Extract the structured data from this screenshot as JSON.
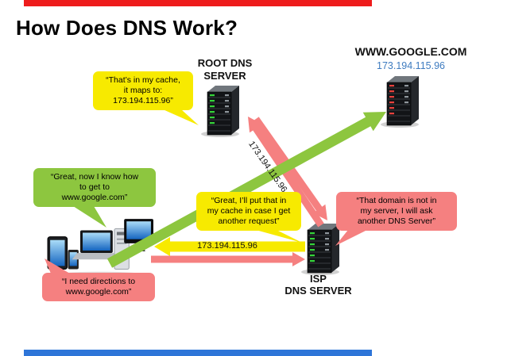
{
  "title": "How Does DNS Work?",
  "colors": {
    "yellow": "#f7ea00",
    "green": "#8dc63f",
    "pink": "#f58080",
    "ip_blue": "#3f7cc0",
    "bar_red": "#ee1c1c",
    "bar_blue": "#2e75d8"
  },
  "servers": {
    "root": {
      "label_lines": [
        "ROOT DNS",
        "SERVER"
      ]
    },
    "google": {
      "name": "WWW.GOOGLE.COM",
      "ip": "173.194.115.96"
    },
    "isp": {
      "label_lines": [
        "ISP",
        "DNS SERVER"
      ]
    }
  },
  "bubbles": {
    "root_cache": {
      "lines": [
        "“That’s in my cache,",
        "it maps to:",
        "173.194.115.96”"
      ]
    },
    "client_success": {
      "lines": [
        "“Great, now I know how",
        "to get to",
        "www.google.com”"
      ]
    },
    "client_request": {
      "lines": [
        "“I need directions to",
        "www.google.com”"
      ]
    },
    "isp_cache": {
      "lines": [
        "“Great, I’ll put that in",
        "my cache in case I get",
        "another request”"
      ]
    },
    "isp_referral": {
      "lines": [
        "“That domain is not in",
        "my server, I will ask",
        "another DNS Server”"
      ]
    }
  },
  "arrow_labels": {
    "root_to_isp_ip": "173.194.115.96",
    "isp_to_client_ip": "173.194.115.96"
  }
}
